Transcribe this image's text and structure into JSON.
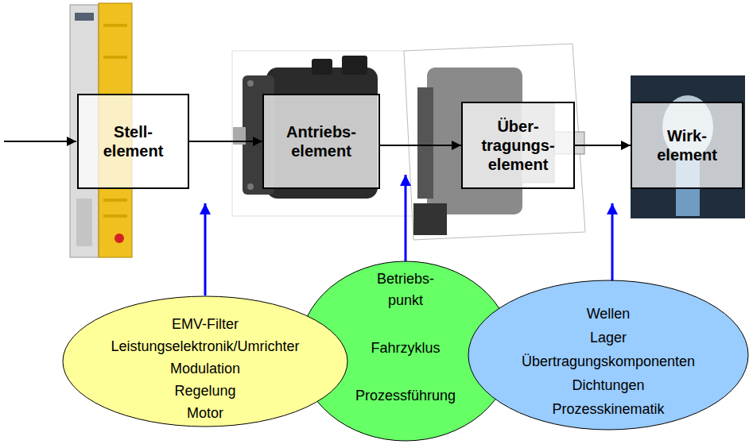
{
  "diagram": {
    "nodes": [
      {
        "text": [
          "Stell- element"
        ]
      },
      {
        "text": [
          "Antriebs- element"
        ]
      },
      {
        "text": [
          "Über- tragungs- element"
        ]
      },
      {
        "text": [
          "Wirk- element"
        ]
      },
      {
        "text": [
          "EMV-Filter",
          "Leistungselektronik/Umrichter",
          "Modulation",
          "Regelung",
          "Motor"
        ]
      },
      {
        "text": [
          "Betriebs- punkt",
          "Fahrzyklus",
          "Prozessführung"
        ]
      },
      {
        "text": [
          "Wellen",
          "Lager",
          "Übertragungskomponenten",
          "Dichtungen",
          "Prozesskinematik"
        ]
      }
    ],
    "edges": [
      {
        "from": 0,
        "to": 1,
        "arrow": "to"
      },
      {
        "from": 1,
        "to": 2,
        "arrow": "to"
      },
      {
        "from": 2,
        "to": 3,
        "arrow": "to"
      }
    ]
  }
}
